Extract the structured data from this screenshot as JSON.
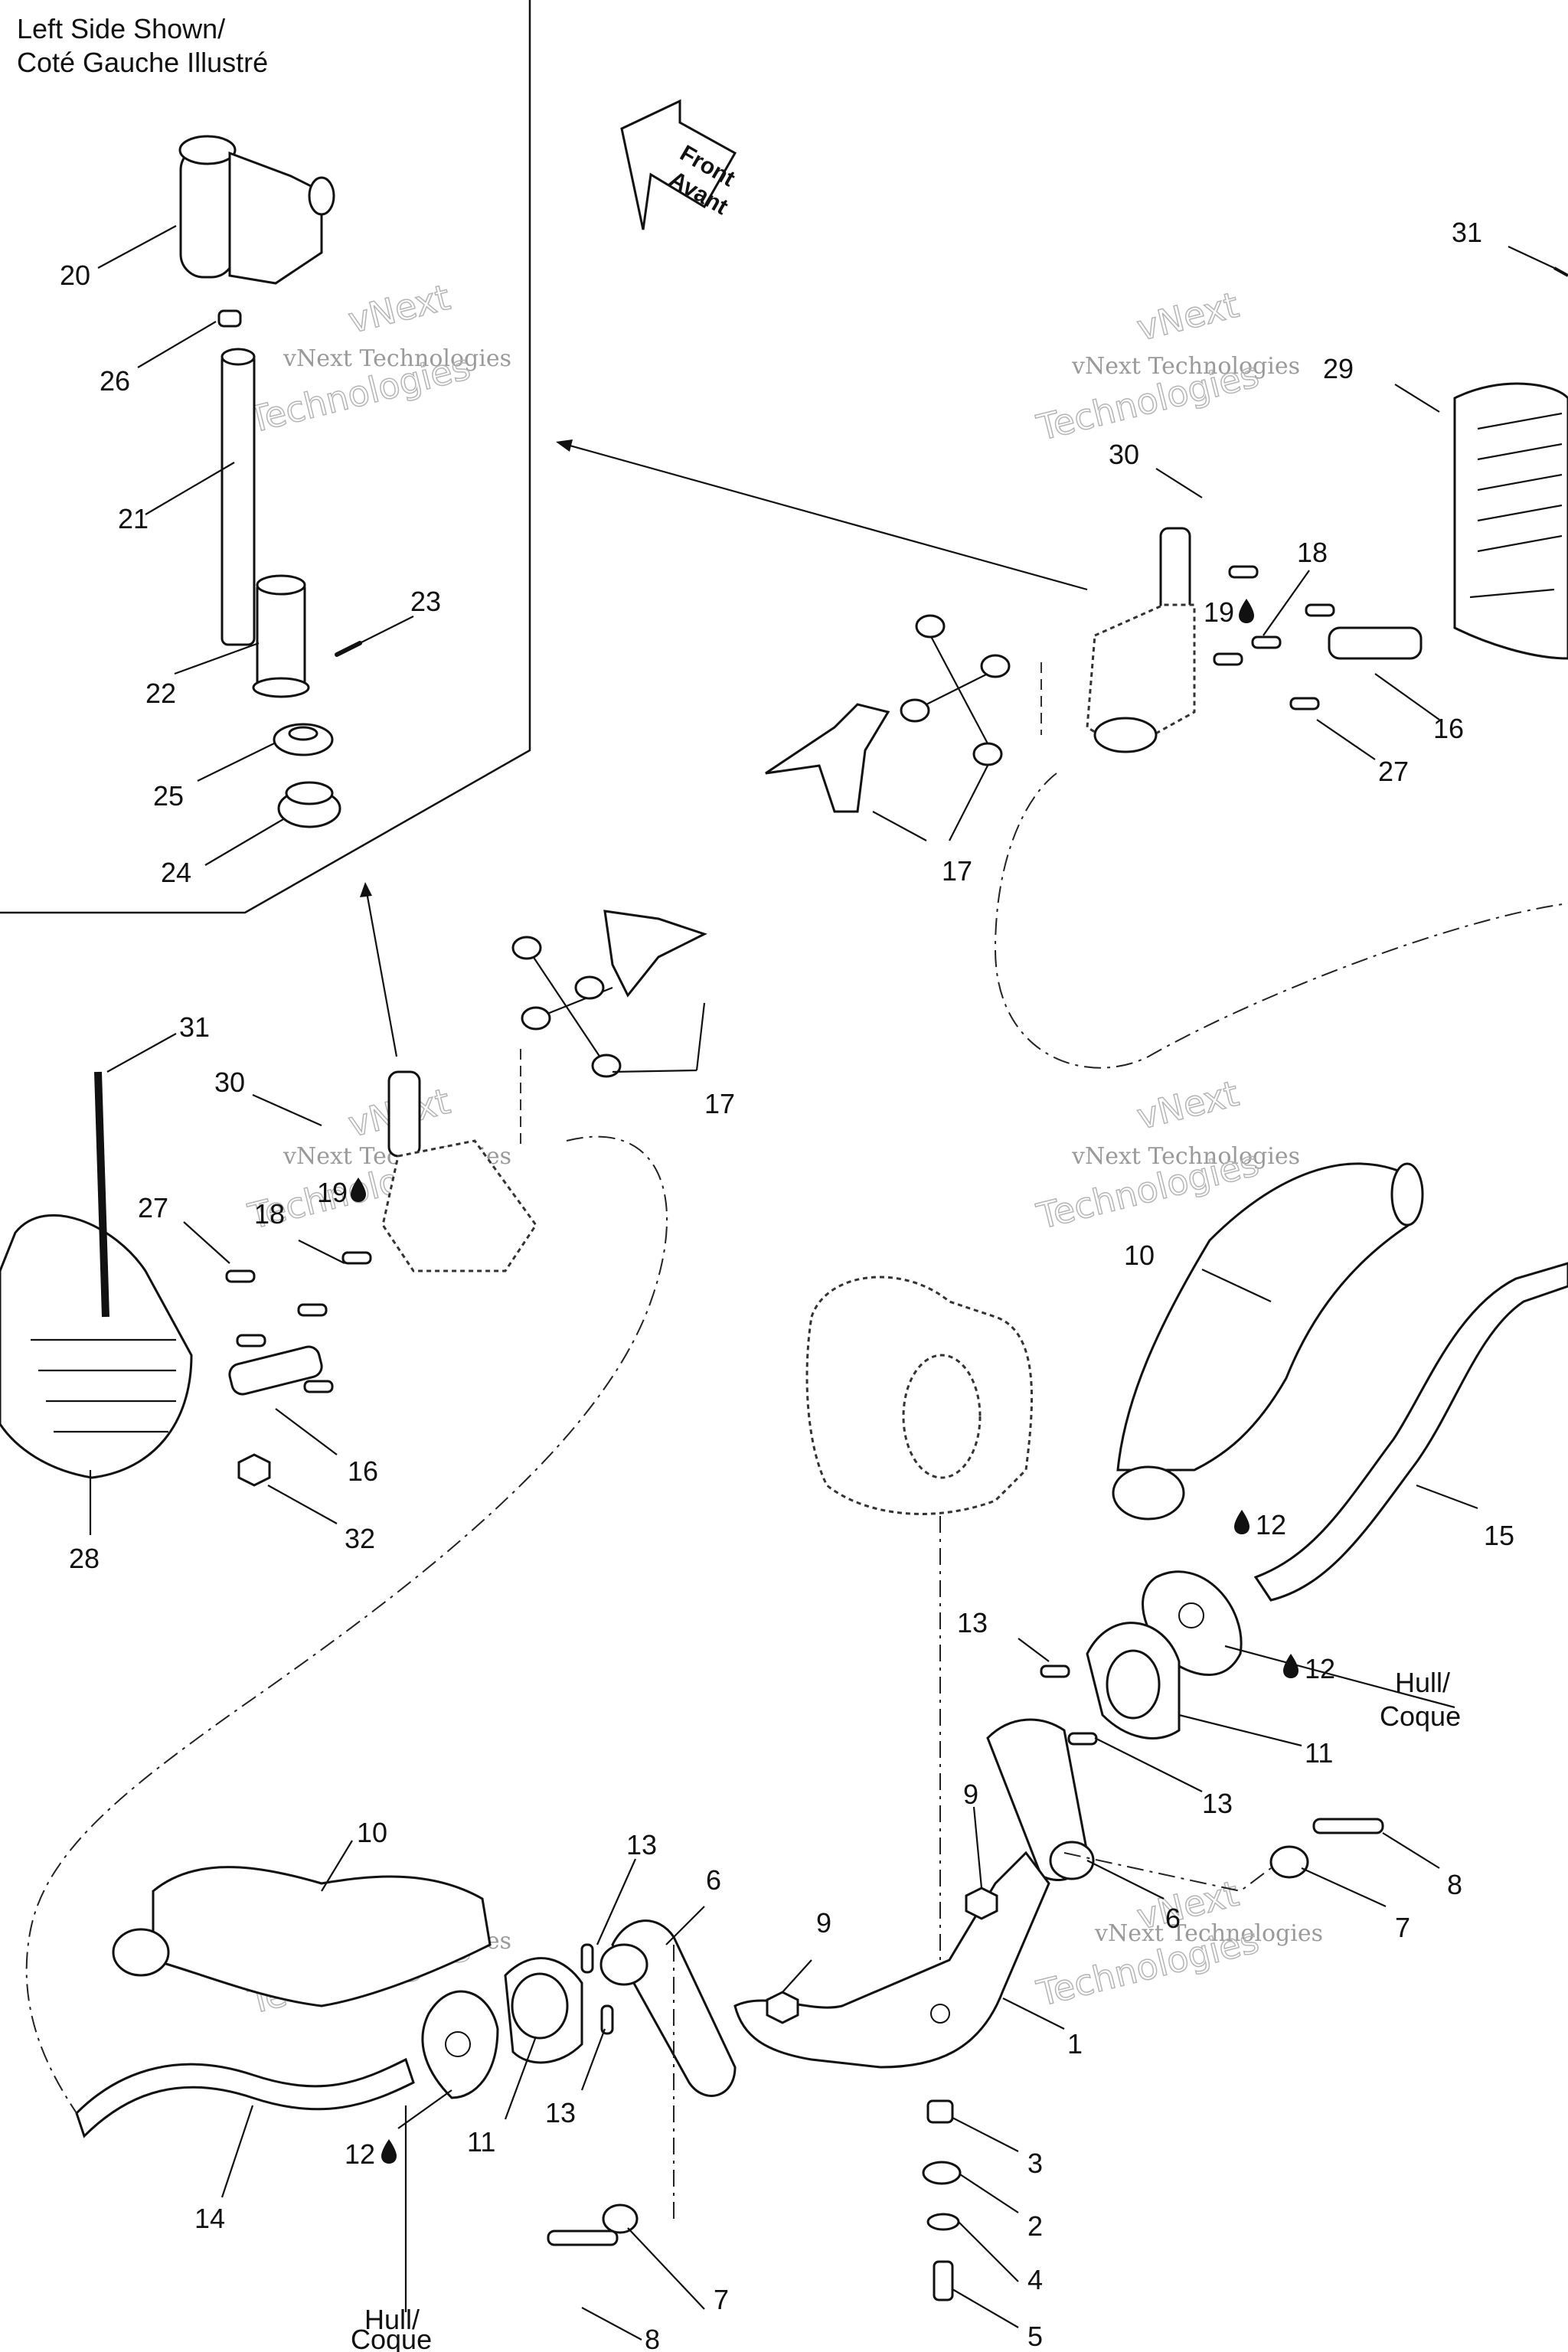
{
  "header": {
    "line1": "Left Side Shown/",
    "line2": "Coté Gauche Illustré"
  },
  "front_arrow": {
    "line1": "Front",
    "line2": "Avant"
  },
  "hull_labels": [
    {
      "line1": "Hull/",
      "line2": "Coque"
    },
    {
      "line1": "Hull/",
      "line2": "Coque"
    }
  ],
  "watermark": {
    "line1": "vNext Technologies",
    "line2": "Technologies",
    "brand": "vNext"
  },
  "callouts": [
    {
      "id": "c20",
      "text": "20"
    },
    {
      "id": "c26",
      "text": "26"
    },
    {
      "id": "c21",
      "text": "21"
    },
    {
      "id": "c23",
      "text": "23"
    },
    {
      "id": "c22",
      "text": "22"
    },
    {
      "id": "c25",
      "text": "25"
    },
    {
      "id": "c24",
      "text": "24"
    },
    {
      "id": "c31a",
      "text": "31"
    },
    {
      "id": "c29",
      "text": "29"
    },
    {
      "id": "c30a",
      "text": "30"
    },
    {
      "id": "c18a",
      "text": "18"
    },
    {
      "id": "c19a",
      "text": "19"
    },
    {
      "id": "c16a",
      "text": "16"
    },
    {
      "id": "c27a",
      "text": "27"
    },
    {
      "id": "c17a",
      "text": "17"
    },
    {
      "id": "c31b",
      "text": "31"
    },
    {
      "id": "c30b",
      "text": "30"
    },
    {
      "id": "c17b",
      "text": "17"
    },
    {
      "id": "c27b",
      "text": "27"
    },
    {
      "id": "c19b",
      "text": "19"
    },
    {
      "id": "c18b",
      "text": "18"
    },
    {
      "id": "c16b",
      "text": "16"
    },
    {
      "id": "c32",
      "text": "32"
    },
    {
      "id": "c28",
      "text": "28"
    },
    {
      "id": "c10a",
      "text": "10"
    },
    {
      "id": "c12a",
      "text": "12"
    },
    {
      "id": "c15",
      "text": "15"
    },
    {
      "id": "c13a",
      "text": "13"
    },
    {
      "id": "c12b",
      "text": "12"
    },
    {
      "id": "c11a",
      "text": "11"
    },
    {
      "id": "c13b",
      "text": "13"
    },
    {
      "id": "c9a",
      "text": "9"
    },
    {
      "id": "c6a",
      "text": "6"
    },
    {
      "id": "c8a",
      "text": "8"
    },
    {
      "id": "c7a",
      "text": "7"
    },
    {
      "id": "c10b",
      "text": "10"
    },
    {
      "id": "c13c",
      "text": "13"
    },
    {
      "id": "c6b",
      "text": "6"
    },
    {
      "id": "c9b",
      "text": "9"
    },
    {
      "id": "c1",
      "text": "1"
    },
    {
      "id": "c13d",
      "text": "13"
    },
    {
      "id": "c11b",
      "text": "11"
    },
    {
      "id": "c12c",
      "text": "12"
    },
    {
      "id": "c3",
      "text": "3"
    },
    {
      "id": "c2",
      "text": "2"
    },
    {
      "id": "c14",
      "text": "14"
    },
    {
      "id": "c4",
      "text": "4"
    },
    {
      "id": "c7b",
      "text": "7"
    },
    {
      "id": "c8b",
      "text": "8"
    },
    {
      "id": "c5",
      "text": "5"
    }
  ]
}
